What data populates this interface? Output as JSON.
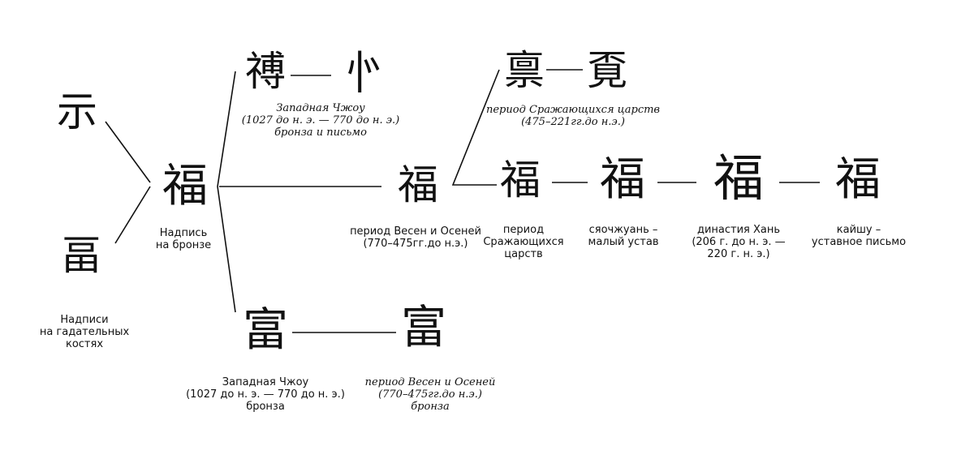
{
  "oracle": {
    "glyph_top": "示",
    "glyph_bottom": "畐",
    "caption": [
      "Надписи",
      "на гадательных",
      "костях"
    ]
  },
  "bronze": {
    "glyph": "福",
    "caption": [
      "Надпись",
      "на бронзе"
    ]
  },
  "west_zhou_top": {
    "glyph_a": "禣",
    "glyph_b": "㣺",
    "caption": [
      "Западная Чжоу",
      "(1027 до н. э. — 770 до н. э.)",
      "бронза и письмо"
    ]
  },
  "spring_autumn_mid": {
    "glyph": "福",
    "caption": [
      "период Весен и Осеней",
      "(770–475гг.до н.э.)"
    ]
  },
  "warring_top": {
    "glyph_a": "禀",
    "glyph_b": "覔",
    "caption": [
      "период Сражающихся царств",
      "(475–221гг.до н.э.)"
    ]
  },
  "warring_mid": {
    "glyph": "福",
    "caption": [
      "период",
      "Сражающихся",
      "царств"
    ]
  },
  "xiaozhuan": {
    "glyph": "福",
    "caption": [
      "сяочжуань –",
      "малый устав"
    ]
  },
  "han": {
    "glyph": "福",
    "caption": [
      "династия Хань",
      "(206 г. до н. э. —",
      "220 г. н. э.)"
    ]
  },
  "kaishu": {
    "glyph": "福",
    "caption": [
      "кайшу –",
      "уставное письмо"
    ]
  },
  "west_zhou_bottom": {
    "glyph": "富",
    "caption": [
      "Западная Чжоу",
      "(1027 до н. э. — 770 до н. э.)",
      "бронза"
    ]
  },
  "spring_autumn_bottom": {
    "glyph": "富",
    "caption": [
      "период Весен и Осеней",
      "(770–475гг.до н.э.)",
      "бронза"
    ]
  }
}
